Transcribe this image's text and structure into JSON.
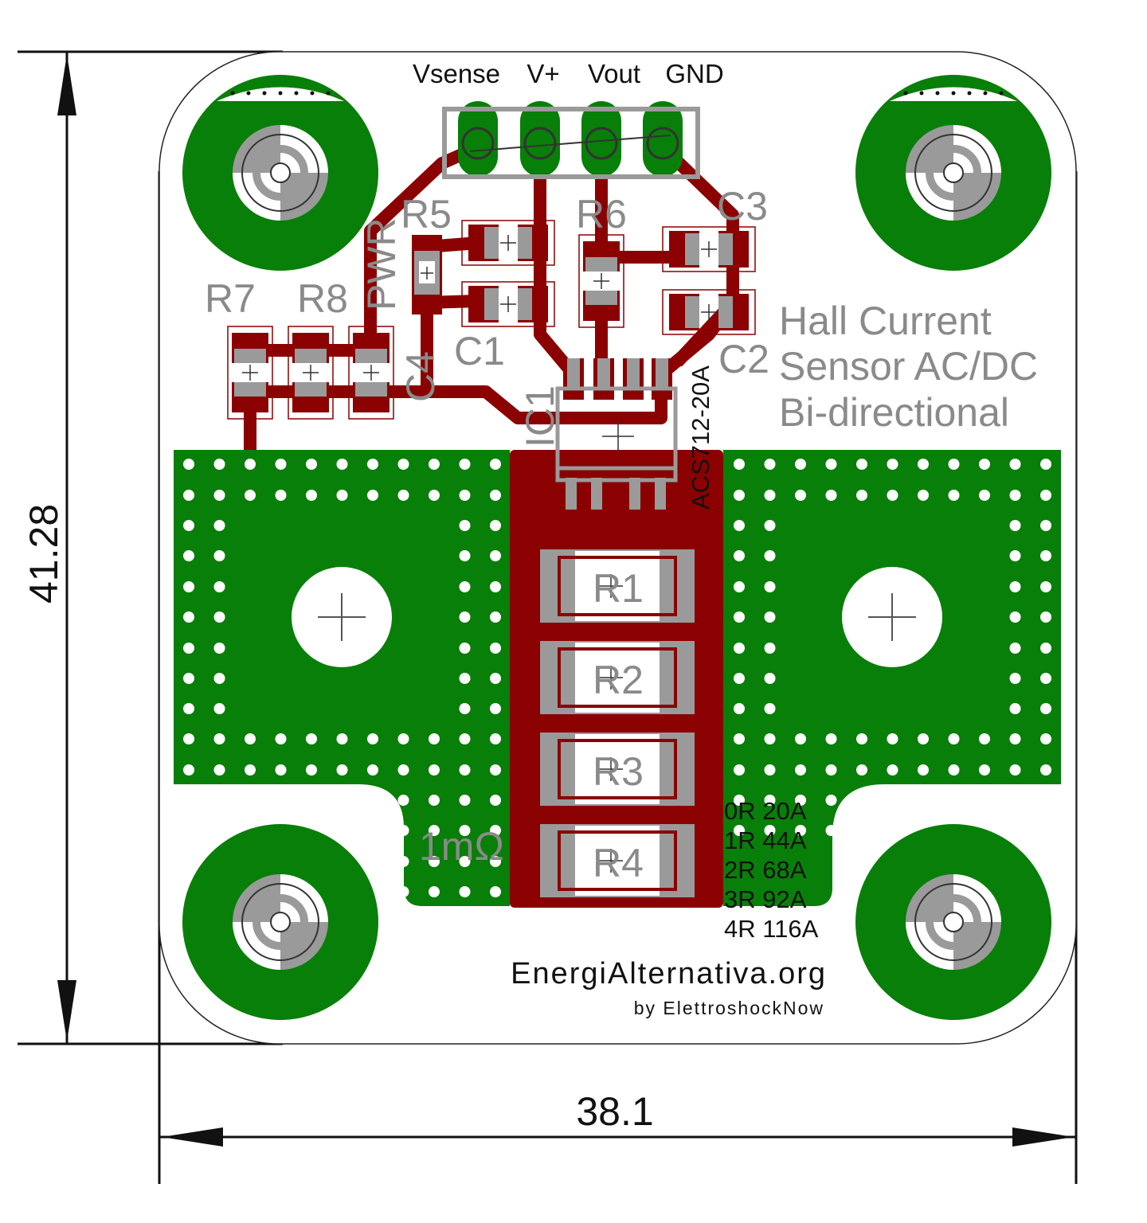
{
  "dimensions": {
    "height_label": "41.28",
    "width_label": "38.1"
  },
  "connector": {
    "pins": [
      "Vsense",
      "V+",
      "Vout",
      "GND"
    ]
  },
  "components": {
    "r5": "R5",
    "r6": "R6",
    "c3": "C3",
    "r7": "R7",
    "r8": "R8",
    "pwr": "PWR",
    "c1": "C1",
    "c4": "C4",
    "c2": "C2",
    "ic1": "IC1",
    "ic1_part": "ACS712-20A",
    "r1": "R1",
    "r2": "R2",
    "r3": "R3",
    "r4": "R4",
    "shunt_value": "1mΩ"
  },
  "title": {
    "line1": "Hall Current",
    "line2": "Sensor AC/DC",
    "line3": "Bi-directional"
  },
  "range_table": [
    "0R 20A",
    "1R 44A",
    "2R 68A",
    "3R 92A",
    "4R 116A"
  ],
  "credits": {
    "site": "EnergiAlternativa.org",
    "author": "by ElettroshockNow"
  },
  "colors": {
    "copper_pour": "#087f08",
    "trace": "#8b0000",
    "pad": "#9a9a9a",
    "silk": "#8a8a8a"
  }
}
